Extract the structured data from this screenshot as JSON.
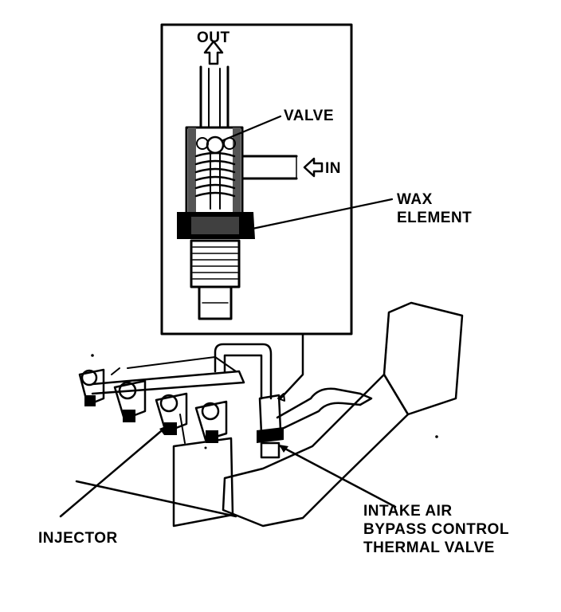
{
  "labels": {
    "out": "OUT",
    "valve": "VALVE",
    "in": "IN",
    "wax_line1": "WAX",
    "wax_line2": "ELEMENT",
    "injector": "INJECTOR",
    "thermal_line1": "INTAKE AIR",
    "thermal_line2": "BYPASS CONTROL",
    "thermal_line3": "THERMAL VALVE"
  }
}
